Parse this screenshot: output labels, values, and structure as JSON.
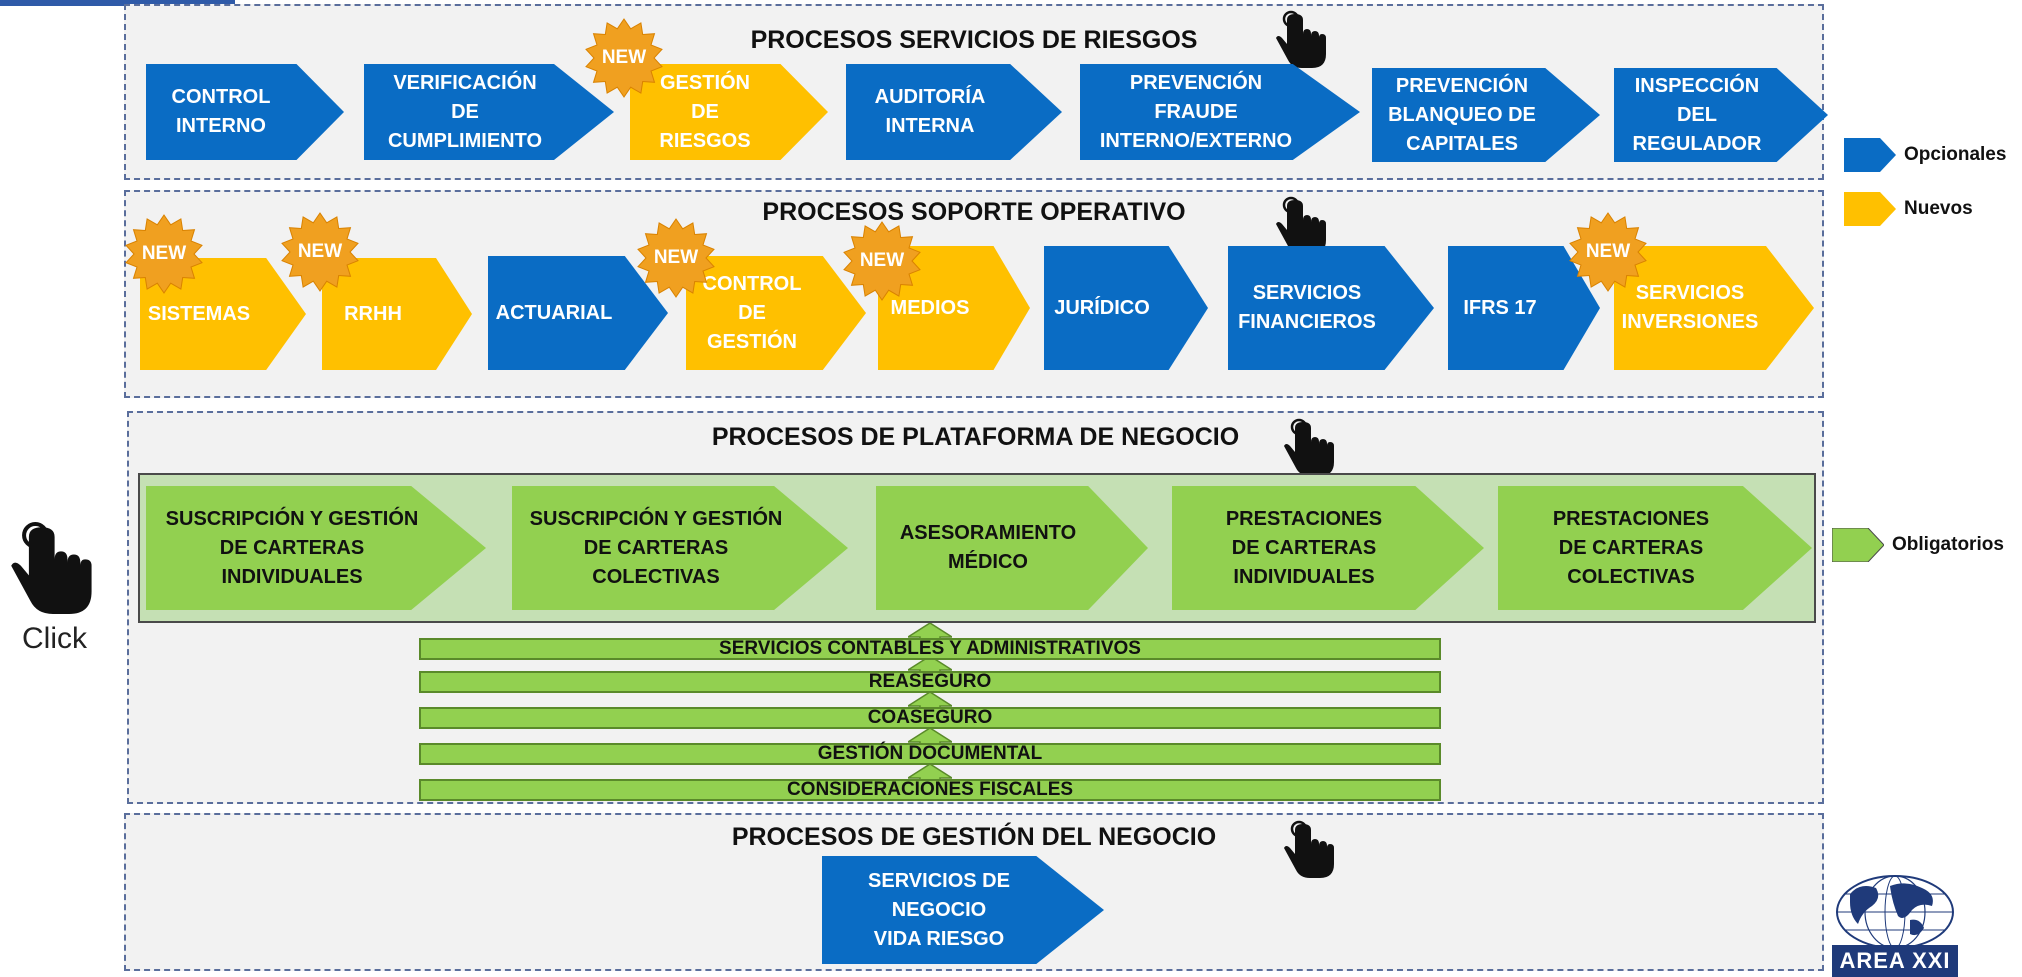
{
  "sections": {
    "riesgos": {
      "title": "PROCESOS SERVICIOS DE RIESGOS"
    },
    "soporte": {
      "title": "PROCESOS SOPORTE OPERATIVO"
    },
    "plataforma": {
      "title": "PROCESOS DE PLATAFORMA DE NEGOCIO"
    },
    "gestion": {
      "title": "PROCESOS DE GESTIÓN DEL NEGOCIO"
    }
  },
  "riesgos_items": [
    {
      "label": "CONTROL\nINTERNO",
      "type": "Opcionales"
    },
    {
      "label": "VERIFICACIÓN\nDE\nCUMPLIMIENTO",
      "type": "Opcionales"
    },
    {
      "label": "GESTIÓN\nDE\nRIESGOS",
      "type": "Nuevos",
      "badge": "NEW"
    },
    {
      "label": "AUDITORÍA\nINTERNA",
      "type": "Opcionales"
    },
    {
      "label": "PREVENCIÓN\nFRAUDE\nINTERNO/EXTERNO",
      "type": "Opcionales"
    },
    {
      "label": "PREVENCIÓN\nBLANQUEO DE\nCAPITALES",
      "type": "Opcionales"
    },
    {
      "label": "INSPECCIÓN\nDEL\nREGULADOR",
      "type": "Opcionales"
    }
  ],
  "soporte_items": [
    {
      "label": "SISTEMAS",
      "type": "Nuevos",
      "badge": "NEW"
    },
    {
      "label": "RRHH",
      "type": "Nuevos",
      "badge": "NEW"
    },
    {
      "label": "ACTUARIAL",
      "type": "Opcionales"
    },
    {
      "label": "CONTROL\nDE\nGESTIÓN",
      "type": "Nuevos",
      "badge": "NEW"
    },
    {
      "label": "MEDIOS",
      "type": "Nuevos",
      "badge": "NEW"
    },
    {
      "label": "JURÍDICO",
      "type": "Opcionales"
    },
    {
      "label": "SERVICIOS\nFINANCIEROS",
      "type": "Opcionales"
    },
    {
      "label": "IFRS 17",
      "type": "Opcionales"
    },
    {
      "label": "SERVICIOS\nINVERSIONES",
      "type": "Nuevos",
      "badge": "NEW"
    }
  ],
  "plataforma_items": [
    {
      "label": "SUSCRIPCIÓN Y GESTIÓN\nDE CARTERAS\nINDIVIDUALES",
      "type": "Obligatorios"
    },
    {
      "label": "SUSCRIPCIÓN Y GESTIÓN\nDE CARTERAS\nCOLECTIVAS",
      "type": "Obligatorios"
    },
    {
      "label": "ASESORAMIENTO\nMÉDICO",
      "type": "Obligatorios"
    },
    {
      "label": "PRESTACIONES\nDE CARTERAS\nINDIVIDUALES",
      "type": "Obligatorios"
    },
    {
      "label": "PRESTACIONES\nDE CARTERAS\nCOLECTIVAS",
      "type": "Obligatorios"
    }
  ],
  "support_bars": [
    "SERVICIOS CONTABLES Y ADMINISTRATIVOS",
    "REASEGURO",
    "COASEGURO",
    "GESTIÓN DOCUMENTAL",
    "CONSIDERACIONES FISCALES"
  ],
  "gestion_items": [
    {
      "label": "SERVICIOS DE\nNEGOCIO\nVIDA RIESGO",
      "type": "Opcionales"
    }
  ],
  "legend": [
    {
      "label": "Opcionales",
      "color": "#0a6cc4"
    },
    {
      "label": "Nuevos",
      "color": "#ffc000"
    },
    {
      "label": "Obligatorios",
      "color": "#92d050"
    }
  ],
  "click_label": "Click",
  "logo_text": "AREA XXI",
  "colors": {
    "blue": "#0a6cc4",
    "yellow": "#ffc000",
    "green": "#92d050",
    "badge": "#f0a020"
  }
}
